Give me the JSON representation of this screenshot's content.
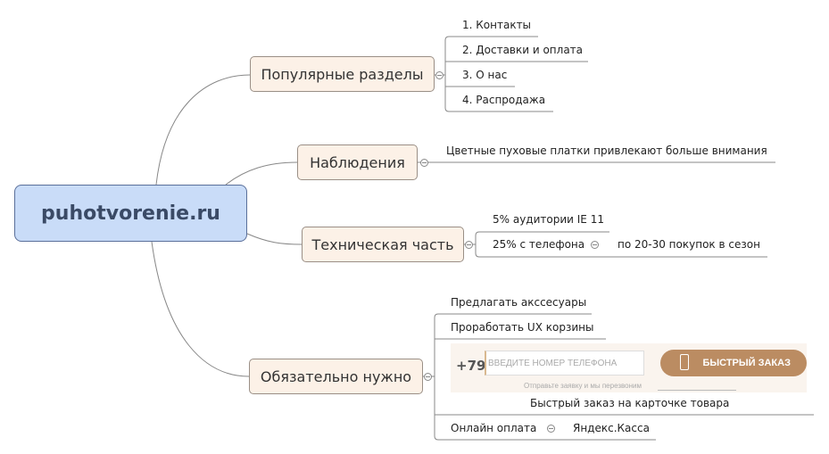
{
  "root": {
    "label": "puhotvorenie.ru"
  },
  "branches": {
    "popular": {
      "label": "Популярные разделы",
      "items": [
        "1. Контакты",
        "2. Доставки и оплата",
        "3. О нас",
        "4. Распродажа"
      ]
    },
    "observations": {
      "label": "Наблюдения",
      "items": [
        "Цветные пуховые платки привлекают больше внимания"
      ]
    },
    "technical": {
      "label": "Техническая часть",
      "items": [
        "5% аудитории IE 11",
        "25% с телефона"
      ],
      "sub": "по 20-30 покупок в сезон"
    },
    "required": {
      "label": "Обязательно нужно",
      "items": [
        "Предлагать акссесуары",
        "Проработать UX корзины",
        "Быстрый заказ на карточке товара",
        "Онлайн оплата"
      ],
      "sub": "Яндекс.Касса",
      "embed": {
        "prefix": "+79",
        "placeholder": "ВВЕДИТЕ НОМЕР ТЕЛЕФОНА",
        "button": "БЫСТРЫЙ ЗАКАЗ",
        "caption": "Отправьте заявку и мы перезвоним"
      }
    }
  }
}
